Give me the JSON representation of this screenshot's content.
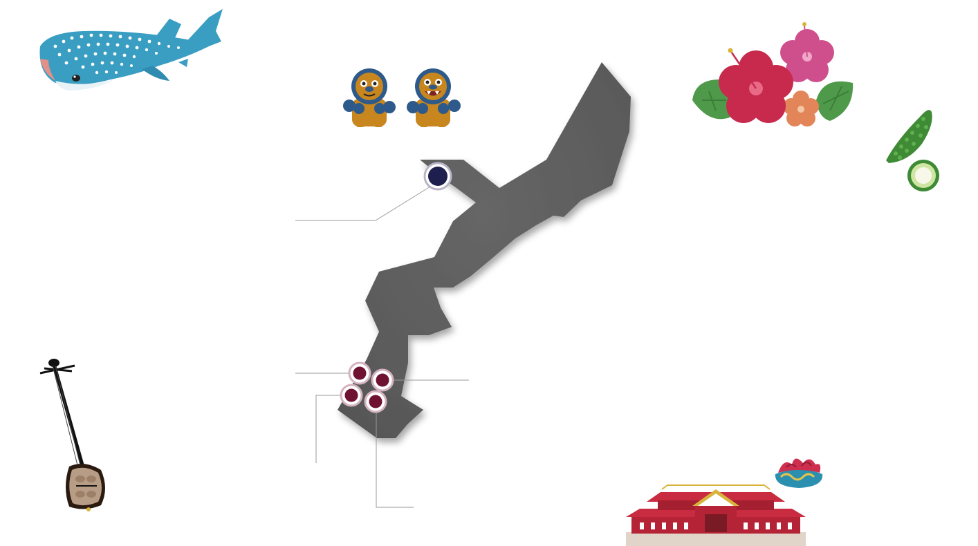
{
  "map": {
    "island_color": "#5e5e5e",
    "marker_north_color": "#1f1f4f",
    "marker_south_color": "#6f1232",
    "leader_line_color": "#9a9a9a",
    "markers": [
      {
        "id": "north",
        "group": "north"
      },
      {
        "id": "south-1",
        "group": "south"
      },
      {
        "id": "south-2",
        "group": "south"
      },
      {
        "id": "south-3",
        "group": "south"
      },
      {
        "id": "south-4",
        "group": "south"
      }
    ]
  },
  "decorations": [
    {
      "name": "whale-shark-illustration"
    },
    {
      "name": "shisa-lion-dogs-illustration"
    },
    {
      "name": "hibiscus-flowers-illustration"
    },
    {
      "name": "goya-bitter-melon-illustration"
    },
    {
      "name": "sanshin-instrument-illustration"
    },
    {
      "name": "hanagasa-hat-illustration"
    },
    {
      "name": "shuri-castle-illustration"
    }
  ]
}
